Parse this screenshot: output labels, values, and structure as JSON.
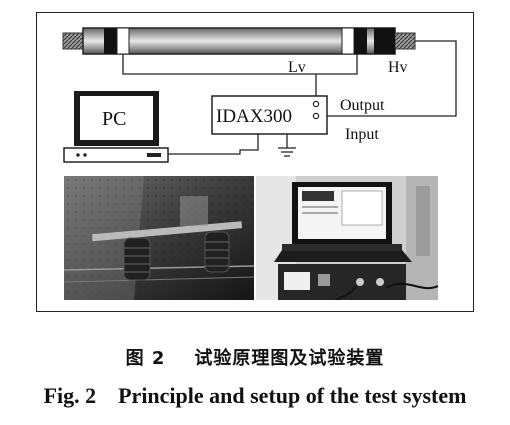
{
  "diagram": {
    "labels": {
      "lv": "Lv",
      "hv": "Hv",
      "pc": "PC",
      "instrument": "IDAX300",
      "output": "Output",
      "input": "Input"
    }
  },
  "caption": {
    "chinese": "图 2    试验原理图及试验装置",
    "english": "Fig. 2    Principle and setup of the test system"
  }
}
